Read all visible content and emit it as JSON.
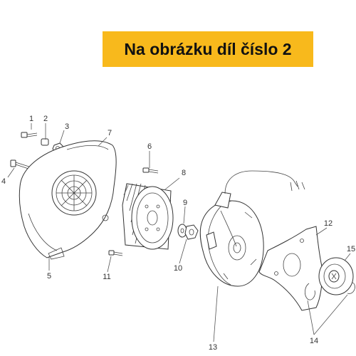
{
  "banner": {
    "text": "Na obrázku díl číslo 2",
    "color": "#f8b91c"
  },
  "callouts": {
    "c1": "1",
    "c2": "2",
    "c3": "3",
    "c4": "4",
    "c5": "5",
    "c6": "6",
    "c7": "7",
    "c8": "8",
    "c9": "9",
    "c10": "10",
    "c11": "11",
    "c12": "12",
    "c13": "13",
    "c14": "14",
    "c15": "15"
  }
}
